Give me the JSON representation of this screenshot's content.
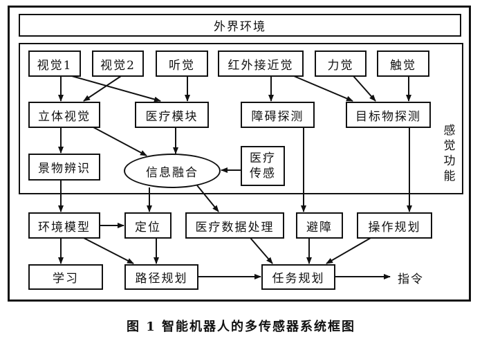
{
  "diagram": {
    "environment": "外界环境",
    "sensing_region_label": "感觉功能",
    "sensors": {
      "vision1": "视觉1",
      "vision2": "视觉2",
      "hearing": "听觉",
      "infrared": "红外接近觉",
      "force": "力觉",
      "touch": "触觉"
    },
    "processing": {
      "stereo_vision": "立体视觉",
      "medical_module": "医疗模块",
      "obstacle_detection": "障碍探测",
      "target_detection": "目标物探测",
      "scene_recognition": "景物辨识",
      "info_fusion": "信息融合",
      "medical_sensing": "医疗传感"
    },
    "planning": {
      "environment_model": "环境模型",
      "localization": "定位",
      "medical_data_processing": "医疗数据处理",
      "obstacle_avoidance": "避障",
      "operation_planning": "操作规划",
      "learning": "学习",
      "path_planning": "路径规划",
      "task_planning": "任务规划",
      "command": "指令"
    },
    "edges": [
      [
        "视觉1",
        "立体视觉"
      ],
      [
        "视觉1",
        "医疗模块"
      ],
      [
        "视觉2",
        "立体视觉"
      ],
      [
        "听觉",
        "医疗模块"
      ],
      [
        "红外接近觉",
        "障碍探测"
      ],
      [
        "红外接近觉",
        "目标物探测"
      ],
      [
        "力觉",
        "目标物探测"
      ],
      [
        "触觉",
        "目标物探测"
      ],
      [
        "立体视觉",
        "景物辨识"
      ],
      [
        "立体视觉",
        "信息融合"
      ],
      [
        "医疗模块",
        "信息融合"
      ],
      [
        "医疗传感",
        "信息融合"
      ],
      [
        "景物辨识",
        "环境模型"
      ],
      [
        "信息融合",
        "定位"
      ],
      [
        "信息融合",
        "医疗数据处理"
      ],
      [
        "障碍探测",
        "避障"
      ],
      [
        "目标物探测",
        "操作规划"
      ],
      [
        "环境模型",
        "定位"
      ],
      [
        "环境模型",
        "学习"
      ],
      [
        "环境模型",
        "路径规划"
      ],
      [
        "定位",
        "路径规划"
      ],
      [
        "路径规划",
        "任务规划"
      ],
      [
        "医疗数据处理",
        "任务规划"
      ],
      [
        "避障",
        "任务规划"
      ],
      [
        "操作规划",
        "任务规划"
      ],
      [
        "任务规划",
        "指令"
      ]
    ]
  },
  "caption": "图 1  智能机器人的多传感器系统框图"
}
